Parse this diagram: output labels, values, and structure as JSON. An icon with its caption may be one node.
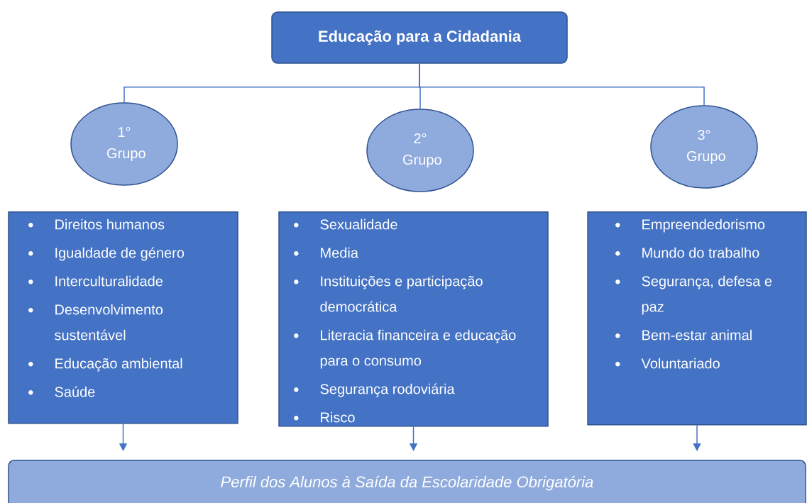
{
  "diagram": {
    "nodes": [
      {
        "text": [
          "Educação para a Cidadania"
        ]
      },
      {
        "text": [
          "1° Grupo"
        ]
      },
      {
        "text": [
          "2° Grupo"
        ]
      },
      {
        "text": [
          "3° Grupo"
        ]
      },
      {
        "text": [
          "Direitos humanos",
          "Igualdade de género",
          "Interculturalidade",
          "Desenvolvimento sustentável",
          "Educação ambiental",
          "Saúde"
        ]
      },
      {
        "text": [
          "Sexualidade",
          "Media",
          "Instituições e participação democrática",
          "Literacia financeira e educação para o consumo",
          "Segurança rodoviária",
          "Risco"
        ]
      },
      {
        "text": [
          "Empreendedorismo",
          "Mundo do trabalho",
          "Segurança, defesa e paz",
          "Bem-estar animal",
          "Voluntariado"
        ]
      },
      {
        "text": [
          "Perfil dos Alunos à Saída da Escolaridade Obrigatória"
        ]
      }
    ],
    "edges": [
      {
        "from": 0,
        "to": 1,
        "arrow": "none"
      },
      {
        "from": 0,
        "to": 2,
        "arrow": "none"
      },
      {
        "from": 0,
        "to": 3,
        "arrow": "none"
      },
      {
        "from": 4,
        "to": 7,
        "arrow": "to"
      },
      {
        "from": 5,
        "to": 7,
        "arrow": "to"
      },
      {
        "from": 6,
        "to": 7,
        "arrow": "to"
      }
    ]
  }
}
